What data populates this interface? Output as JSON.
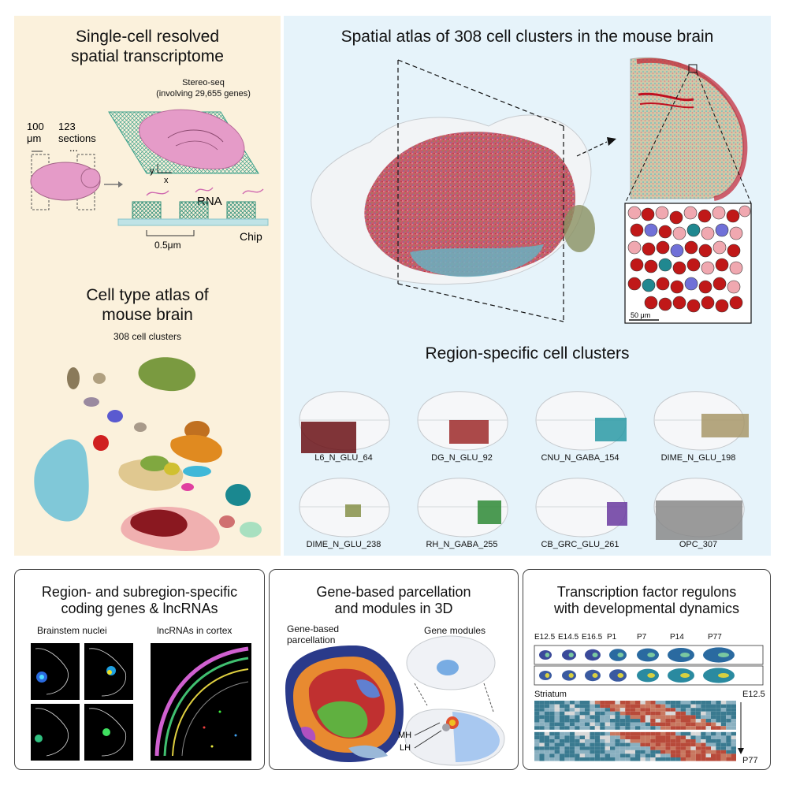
{
  "left_panel": {
    "title_line1": "Single-cell resolved",
    "title_line2": "spatial transcriptome",
    "stereo_line1": "Stereo-seq",
    "stereo_line2": "(involving 29,655 genes)",
    "thickness_value": "100",
    "thickness_unit": "μm",
    "sections_value": "123",
    "sections_unit": "sections",
    "ellipsis": "...",
    "axis_y": "y",
    "axis_x": "x",
    "rna_label": "RNA",
    "spot_distance": "0.5μm",
    "chip_label": "Chip",
    "atlas_title_line1": "Cell type atlas of",
    "atlas_title_line2": "mouse brain",
    "clusters_caption": "308 cell clusters"
  },
  "right_panel": {
    "title": "Spatial atlas of 308 cell clusters in the mouse brain",
    "scale_bar": "50 μm",
    "region_title": "Region-specific cell clusters",
    "clusters": [
      {
        "name": "L6_N_GLU_64",
        "color": "#6b1216"
      },
      {
        "name": "DG_N_GLU_92",
        "color": "#9e2a2a"
      },
      {
        "name": "CNU_N_GABA_154",
        "color": "#2a9aa6"
      },
      {
        "name": "DIME_N_GLU_198",
        "color": "#a8986a"
      },
      {
        "name": "DIME_N_GLU_238",
        "color": "#86904a"
      },
      {
        "name": "RH_N_GABA_255",
        "color": "#2e8a36"
      },
      {
        "name": "CB_GRC_GLU_261",
        "color": "#6a3aa0"
      },
      {
        "name": "OPC_307",
        "color": "#8a8a8a"
      }
    ]
  },
  "genes_panel": {
    "title_line1": "Region- and subregion-specific",
    "title_line2": "coding genes & lncRNAs",
    "label_brainstem": "Brainstem nuclei",
    "label_cortex": "lncRNAs in cortex"
  },
  "parcel_panel": {
    "title_line1": "Gene-based parcellation",
    "title_line2": "and modules in 3D",
    "label_parcellation_line1": "Gene-based",
    "label_parcellation_line2": "parcellation",
    "label_modules": "Gene modules",
    "label_mh": "MH",
    "label_lh": "LH"
  },
  "tf_panel": {
    "title_line1": "Transcription factor regulons",
    "title_line2": "with developmental dynamics",
    "stages": [
      "E12.5",
      "E14.5",
      "E16.5",
      "P1",
      "P7",
      "P14",
      "P77"
    ],
    "striatum_label": "Striatum",
    "start_label": "E12.5",
    "end_label": "P77"
  }
}
